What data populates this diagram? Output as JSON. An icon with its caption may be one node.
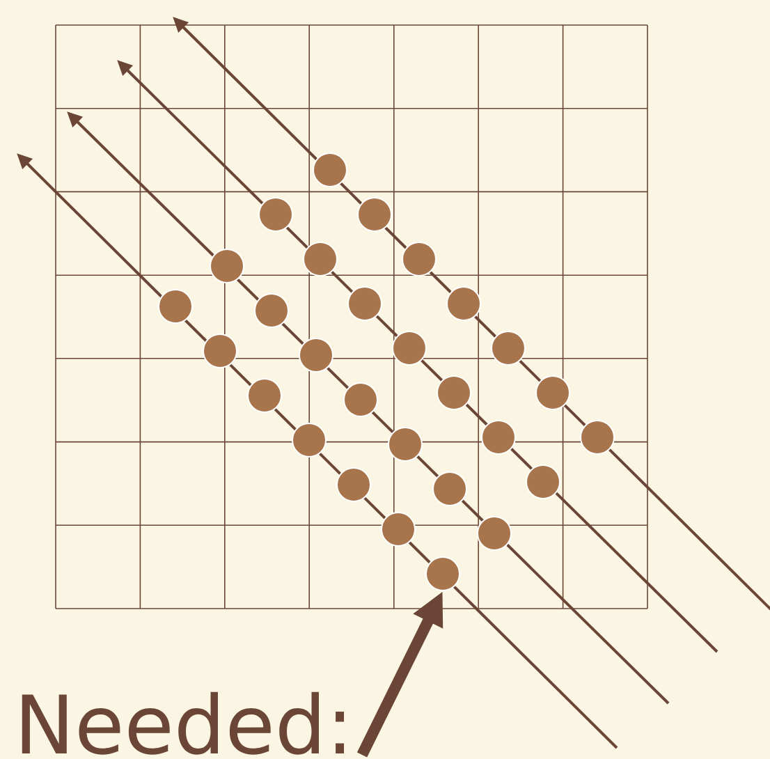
{
  "diagram": {
    "nodes": [
      {
        "text": [
          "Needed:"
        ]
      },
      {
        "text": [],
        "shape": "circle"
      }
    ],
    "edges": [
      {
        "from": 0,
        "to": 1,
        "arrow": "to"
      }
    ]
  }
}
